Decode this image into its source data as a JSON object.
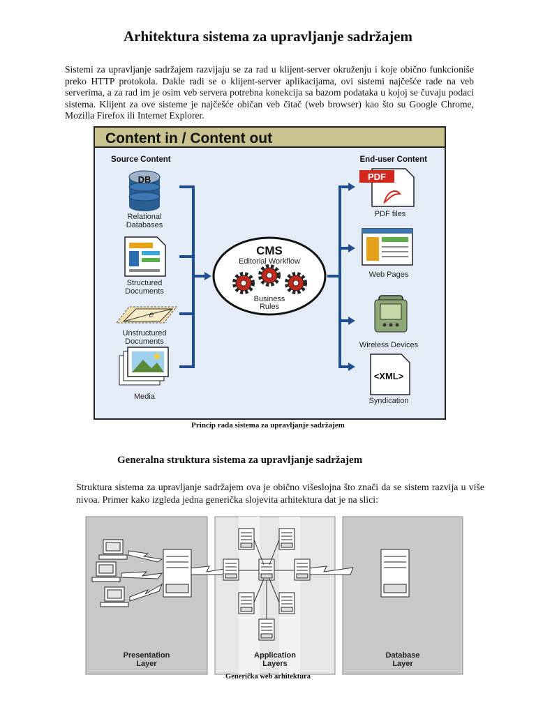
{
  "document": {
    "title": "Arhitektura sistema za upravljanje sadržajem",
    "intro": "Sistemi za upravljanje sadržajem razvijaju se za rad u klijent-server okruženju i koje obično funkcioniše preko HTTP protokola. Dakle radi se o klijent-server aplikacijama, ovi sistemi najčešće rade na veb serverima, a za rad im je osim veb servera potrebna konekcija sa bazom podataka u kojoj se čuvaju podaci sistema. Klijent za ove sisteme je najčešće običan veb čitač (web browser) kao što su Google Chrome, Mozilla Firefox ili Internet Explorer.",
    "figure1_caption": "Princip rada sistema za upravljanje sadržajem",
    "section_heading": "Generalna struktura sistema za upravljanje sadržajem",
    "paragraph2": "Struktura sistema za upravljanje sadržajem ova je obično višeslojna što znači da se sistem razvija u više nivoa. Primer kako izgleda jedna generička slojevita arhitektura dat je na slici:",
    "figure2_caption": "Generička web arhitektura"
  },
  "figure1": {
    "header": "Content in / Content out",
    "source_heading": "Source Content",
    "output_heading": "End-user Content",
    "db_badge": "DB",
    "sources": [
      {
        "line1": "Relational",
        "line2": "Databases",
        "icon": "database-icon"
      },
      {
        "line1": "Structured",
        "line2": "Documents",
        "icon": "document-icon"
      },
      {
        "line1": "Unstructured",
        "line2": "Documents",
        "icon": "envelope-icon"
      },
      {
        "line1": "Media",
        "line2": "",
        "icon": "photo-stack-icon"
      }
    ],
    "cms": {
      "title": "CMS",
      "line1": "Editorial Workflow",
      "line2": "Business",
      "line3": "Rules"
    },
    "outputs": [
      {
        "label": "PDF files",
        "icon": "pdf-icon"
      },
      {
        "label": "Web Pages",
        "icon": "webpage-icon"
      },
      {
        "label": "Wireless Devices",
        "icon": "pda-icon"
      },
      {
        "label": "Syndication",
        "icon": "xml-icon"
      }
    ],
    "pdf_badge": "PDF",
    "xml_badge": "<XML>"
  },
  "figure2": {
    "layers": [
      {
        "line1": "Presentation",
        "line2": "Layer"
      },
      {
        "line1": "Application",
        "line2": "Layers"
      },
      {
        "line1": "Database",
        "line2": "Layer"
      }
    ]
  },
  "colors": {
    "panel_bg": "#e3ecf7",
    "header_bg": "#c9c48f",
    "connector_blue": "#1f4f8f",
    "gear_red": "#c0281e",
    "layer_gray": "#c8c8c8"
  }
}
